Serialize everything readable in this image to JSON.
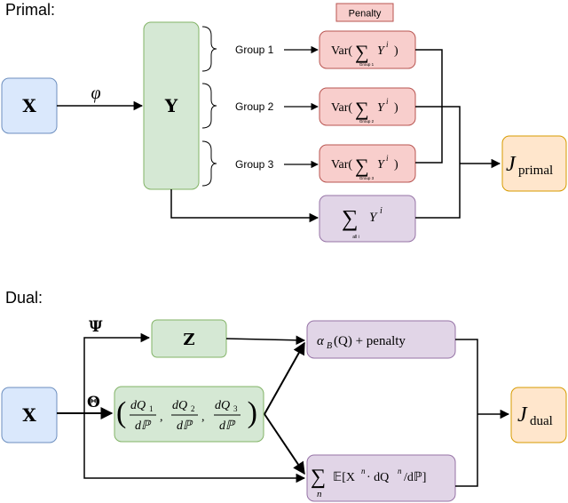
{
  "colors": {
    "blue_fill": "#dae8fc",
    "blue_stroke": "#6c8ebf",
    "green_fill": "#d5e8d4",
    "green_stroke": "#82b366",
    "red_fill": "#f8cecc",
    "red_stroke": "#b85450",
    "purple_fill": "#e1d5e7",
    "purple_stroke": "#9673a6",
    "orange_fill": "#ffe6cc",
    "orange_stroke": "#d79b00",
    "line": "#000000"
  },
  "primal": {
    "section_title": "Primal:",
    "penalty_label": "Penalty",
    "x_label": "X",
    "phi_label": "φ",
    "y_label": "Y",
    "groups": [
      {
        "label": "Group 1",
        "sub": "Group 1"
      },
      {
        "label": "Group 2",
        "sub": "Group 2"
      },
      {
        "label": "Group 3",
        "sub": "Group 3"
      }
    ],
    "var_prefix": "Var(",
    "sum_symbol": "∑",
    "y_sup_main": "Y",
    "y_sup_i": "i",
    "close_paren": ")",
    "total_sub": "all i",
    "j_main": "J",
    "j_sub": "primal"
  },
  "dual": {
    "section_title": "Dual:",
    "x_label": "X",
    "psi_label": "Ψ",
    "theta_label": "Θ",
    "z_label": "Z",
    "dq_terms": [
      "dQ",
      "1",
      "dℙ",
      "dQ",
      "2",
      "dℙ",
      "dQ",
      "3",
      "dℙ"
    ],
    "comma": ",",
    "alpha_expr": "α",
    "alpha_sub": "B",
    "alpha_rest": "(Q) + penalty",
    "sum_symbol": "∑",
    "sum_sub": "n",
    "expect_expr": "𝔼[X",
    "expect_sup1": "n",
    "expect_mid": " · dQ",
    "expect_sup2": "n",
    "expect_end": "/dℙ]",
    "j_main": "J",
    "j_sub": "dual"
  }
}
